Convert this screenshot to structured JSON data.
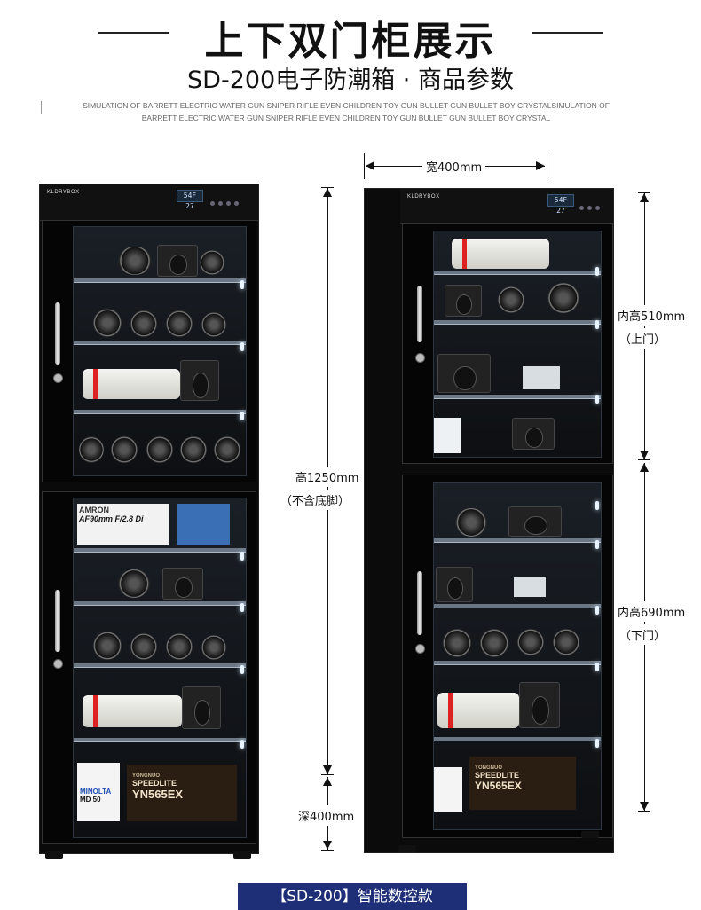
{
  "header": {
    "title": "上下双门柜展示",
    "subtitle": "SD-200电子防潮箱 · 商品参数",
    "marquee": "SIMULATION OF BARRETT ELECTRIC WATER GUN SNIPER RIFLE EVEN CHILDREN TOY GUN BULLET GUN BULLET BOY CRYSTALSIMULATION OF BARRETT ELECTRIC WATER GUN SNIPER RIFLE EVEN CHILDREN TOY GUN BULLET GUN BULLET BOY CRYSTAL"
  },
  "cabinet": {
    "brand": "KLDRYBOX",
    "display": "54F 27"
  },
  "products": {
    "box_brand": "AMRON",
    "box_text": "AF90mm F/2.8 Di",
    "flash_brand": "YONGNUO",
    "flash_line": "SPEEDLITE",
    "flash_model": "YN565EX",
    "film_brand": "MINOLTA",
    "film_model": "MD 50"
  },
  "dimensions": {
    "width": "宽400mm",
    "height": "高1250mm",
    "height_note": "（不含底脚）",
    "depth": "深400mm",
    "upper_height": "内高510mm",
    "upper_label": "（上门）",
    "lower_height": "内高690mm",
    "lower_label": "（下门）"
  },
  "footer": {
    "label": "【SD-200】智能数控款"
  },
  "colors": {
    "footer_bg": "#1e2f78",
    "cabinet": "#0a0a0a",
    "led": "#e8f4ff"
  }
}
